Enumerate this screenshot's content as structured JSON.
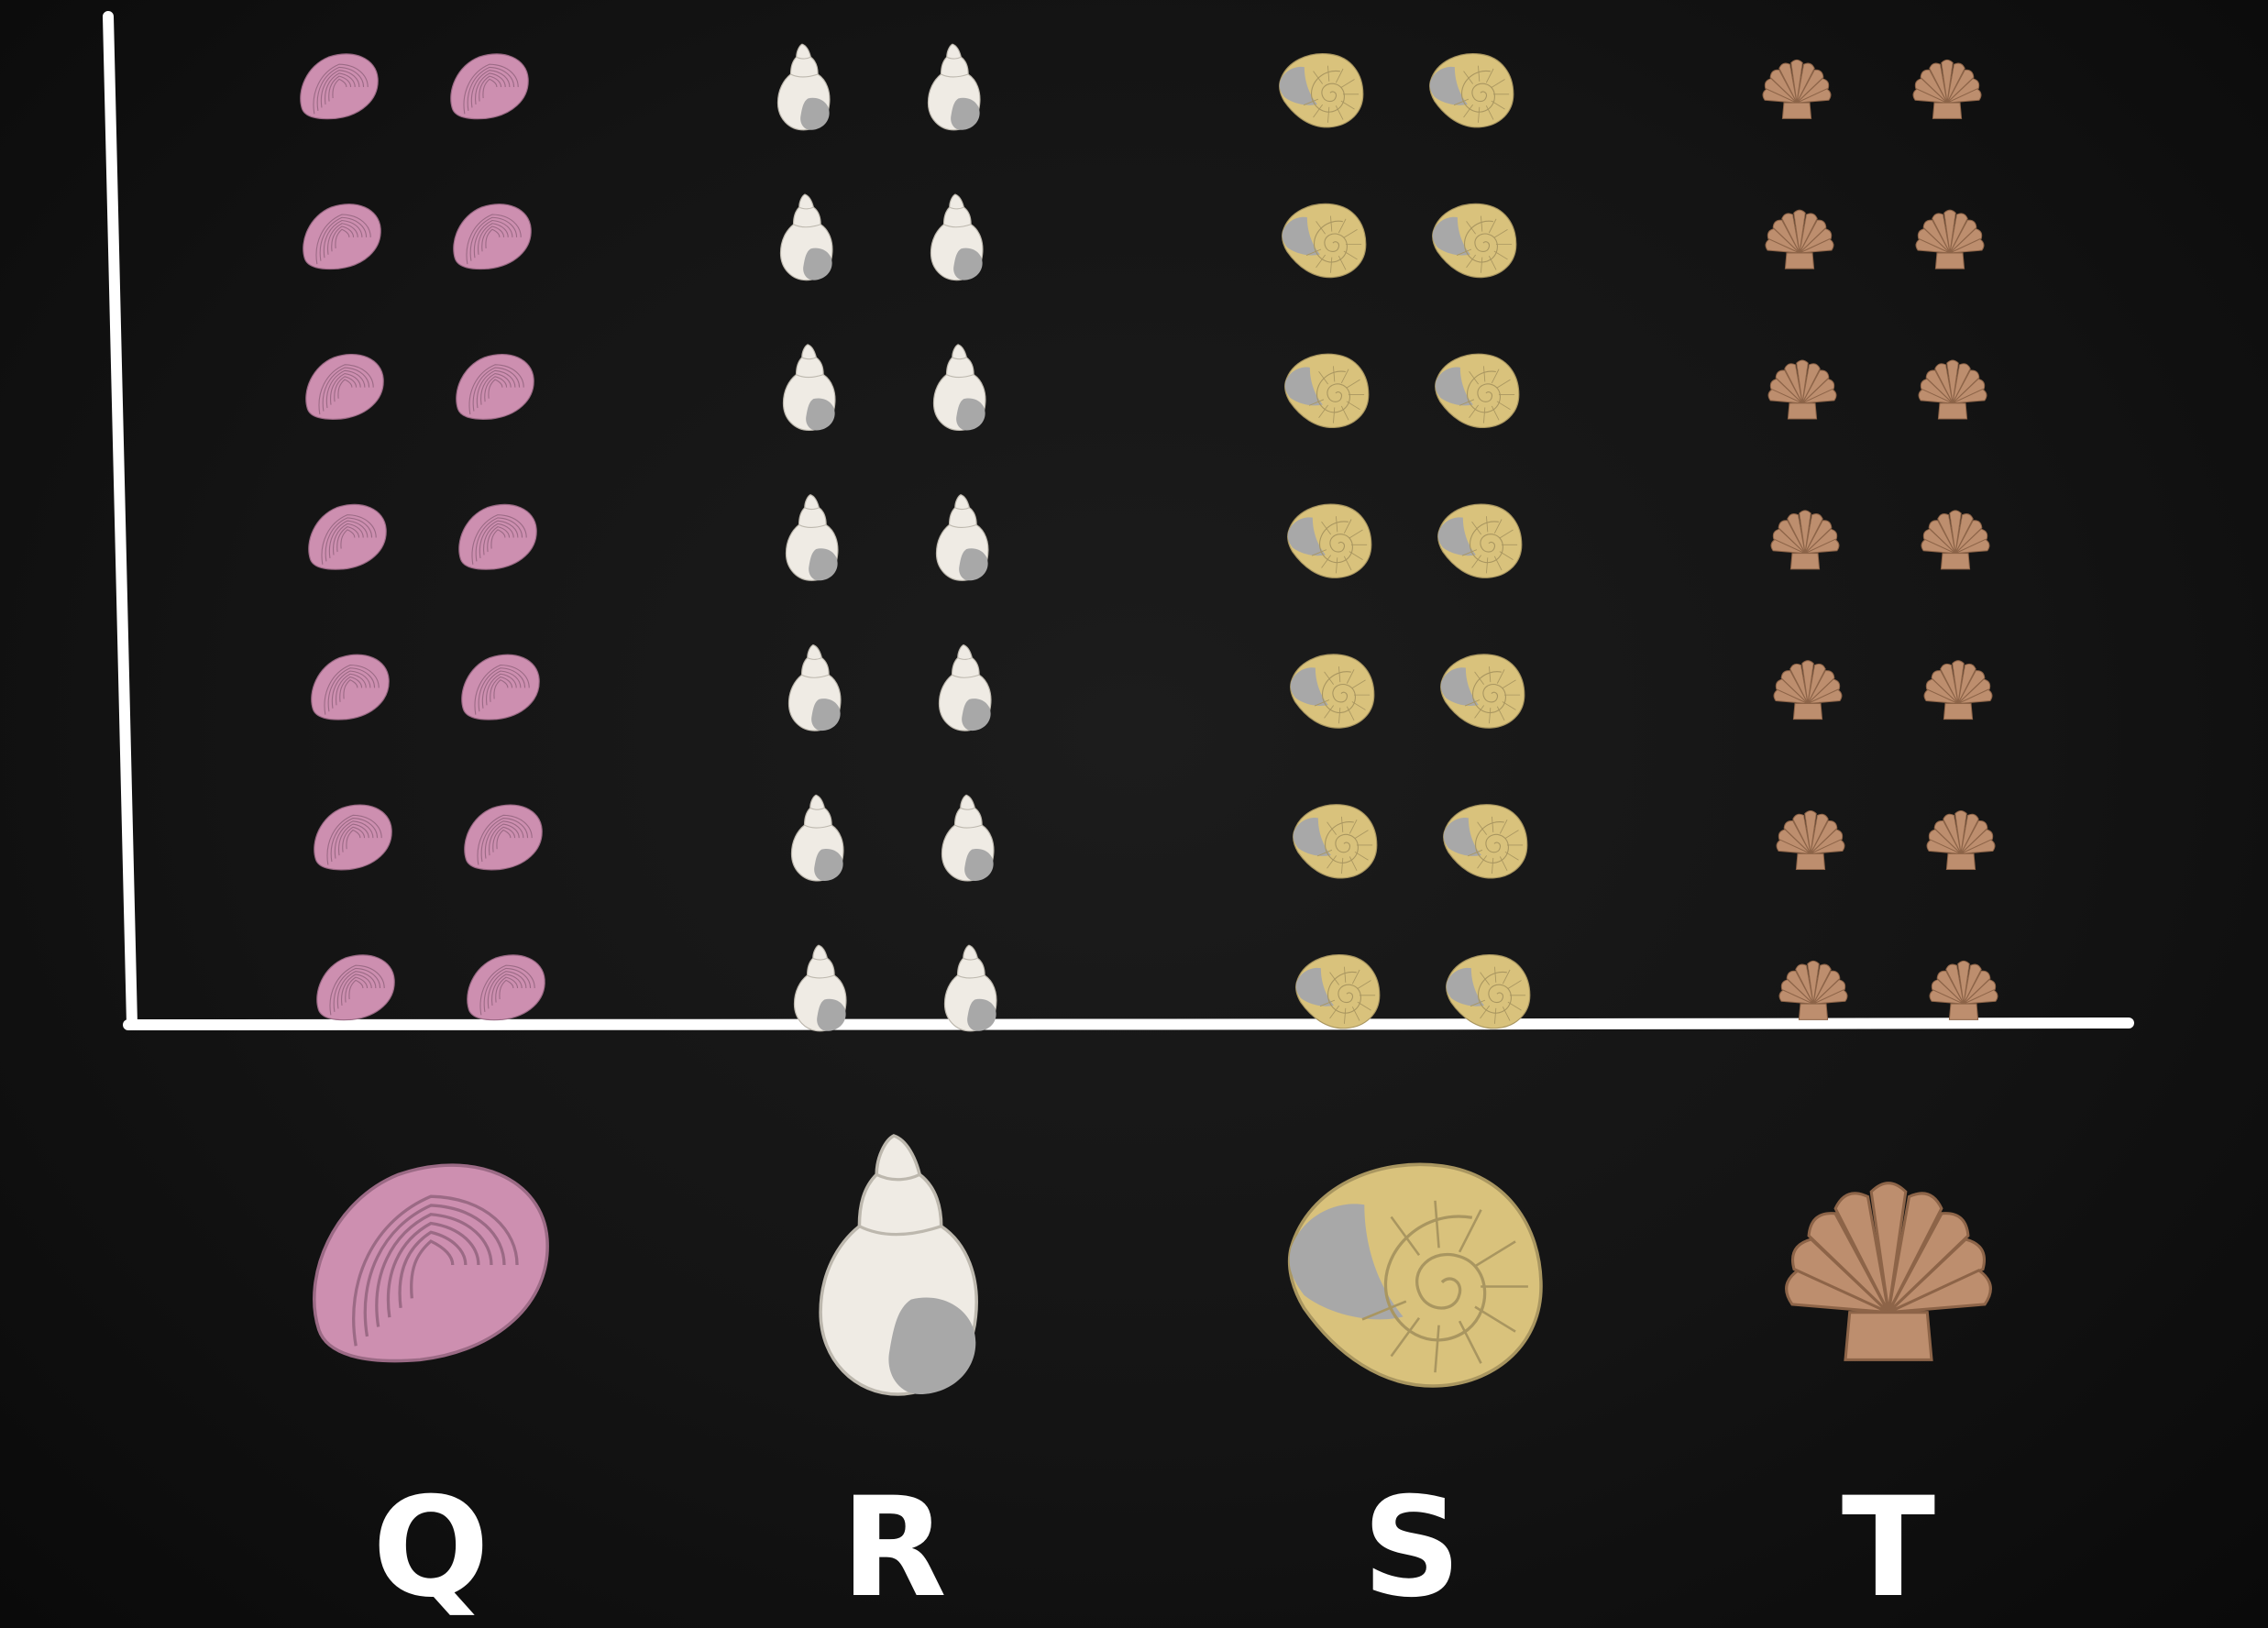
{
  "chart_data": {
    "type": "bar",
    "title": "",
    "xlabel": "",
    "ylabel": "",
    "categories": [
      "Q",
      "R",
      "S",
      "T"
    ],
    "values": [
      14,
      14,
      14,
      14
    ],
    "ylim": [
      0,
      14
    ],
    "grid": false,
    "legend": "none",
    "icons": [
      "clam-shell",
      "snail-shell",
      "nautilus-shell",
      "scallop-shell"
    ],
    "colors": {
      "Q": "#cd8fb0",
      "R": "#efebe4",
      "S": "#d9c27c",
      "T": "#bd8e6e",
      "axis": "#ffffff",
      "shadow": "#a8a8a8",
      "background": "#141414"
    }
  }
}
